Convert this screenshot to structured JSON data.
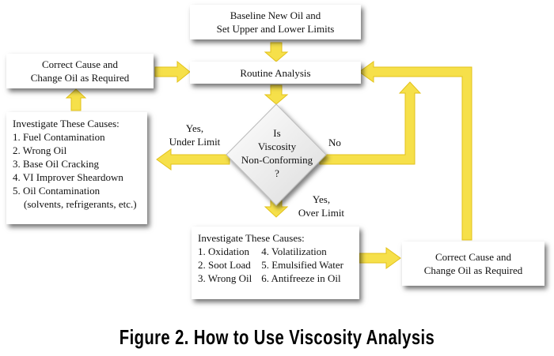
{
  "nodes": {
    "baseline": {
      "lines": [
        "Baseline New Oil and",
        "Set Upper and Lower Limits"
      ]
    },
    "routine": {
      "lines": [
        "Routine Analysis"
      ]
    },
    "correct_top": {
      "lines": [
        "Correct Cause and",
        "Change Oil as Required"
      ]
    },
    "decision": {
      "lines": [
        "Is",
        "Viscosity",
        "Non-Conforming",
        "?"
      ]
    },
    "under_causes": {
      "title": "Investigate These Causes:",
      "items": [
        "1. Fuel Contamination",
        "2. Wrong Oil",
        "3. Base Oil Cracking",
        "4. VI Improver Sheardown",
        "5. Oil Contamination",
        "(solvents, refrigerants, etc.)"
      ]
    },
    "over_causes": {
      "title": "Investigate These Causes:",
      "col1": [
        "1. Oxidation",
        "2. Soot Load",
        "3. Wrong Oil"
      ],
      "col2": [
        "4. Volatilization",
        "5. Emulsified Water",
        "6. Antifreeze in Oil"
      ]
    },
    "correct_bottom": {
      "lines": [
        "Correct Cause and",
        "Change Oil as Required"
      ]
    }
  },
  "edge_labels": {
    "under": [
      "Yes,",
      "Under Limit"
    ],
    "no": "No",
    "over": [
      "Yes,",
      "Over Limit"
    ]
  },
  "caption": "Figure 2. How to Use Viscosity Analysis",
  "colors": {
    "arrow": "#f6e04a",
    "arrow_edge": "#e3c21a",
    "box_bg": "#ffffff",
    "caption": "#000000"
  }
}
